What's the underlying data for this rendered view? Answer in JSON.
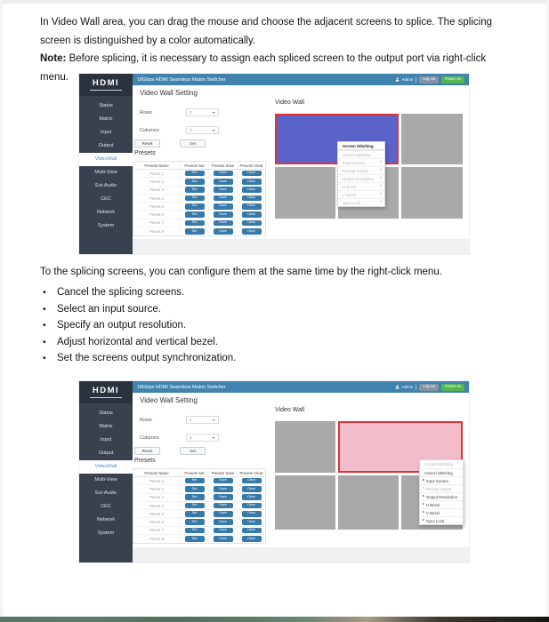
{
  "page": {
    "paragraph1": "In Video Wall area, you can drag the mouse and choose the adjacent screens to splice. The splicing screen is distinguished by a color automatically.",
    "note_label": "Note:",
    "note_text": " Before splicing, it is necessary to assign each spliced screen to the output port via right-click menu.",
    "paragraph2": "To the splicing screens, you can configure them at the same time by the right-click menu.",
    "bullets": [
      "Cancel the splicing screens.",
      "Select an input source.",
      "Specify an output resolution.",
      "Adjust horizontal and vertical bezel.",
      "Set the screens output synchronization."
    ]
  },
  "app": {
    "logo": "HDMI",
    "title": "18Gbps HDMI Seamless Matrix Switcher",
    "user": "Admin",
    "logout_label": "Log out",
    "power_label": "Power on",
    "sidebar": [
      {
        "label": "Status"
      },
      {
        "label": "Matrix"
      },
      {
        "label": "Input"
      },
      {
        "label": "Output"
      },
      {
        "label": "VideoWall",
        "cls": "active"
      },
      {
        "label": "Multi-View"
      },
      {
        "label": "Ext-Audio"
      },
      {
        "label": "CEC"
      },
      {
        "label": "Network"
      },
      {
        "label": "System"
      }
    ],
    "settings": {
      "heading": "Video Wall Setting",
      "rows_label": "Rows",
      "rows_value": "2",
      "columns_label": "Columns",
      "columns_value": "3",
      "reset_label": "Reset",
      "set_label": "Set",
      "presets_heading": "Presets",
      "table_headers": [
        "Presets Name",
        "Presets Set",
        "Presets Save",
        "Presets Clear"
      ],
      "preset_rows": [
        {
          "name": "Preset 1"
        },
        {
          "name": "Preset 2"
        },
        {
          "name": "Preset 3"
        },
        {
          "name": "Preset 4"
        },
        {
          "name": "Preset 5"
        },
        {
          "name": "Preset 6"
        },
        {
          "name": "Preset 7"
        },
        {
          "name": "Preset 8"
        }
      ],
      "btn_set": "Set",
      "btn_save": "Save",
      "btn_clear": "Clear"
    },
    "wall_heading": "Video Wall"
  },
  "shot1": {
    "splice_color": "#5a63c8",
    "menu": [
      {
        "label": "Screen Stitching",
        "cls": "head"
      },
      {
        "label": "Cancel Stitching",
        "cls": "off"
      },
      {
        "label": "Input Source",
        "cls": "off",
        "rarr": "▸"
      },
      {
        "label": "Remap Output",
        "cls": "off",
        "rarr": "▸"
      },
      {
        "label": "Output Resolution",
        "cls": "off",
        "rarr": "▸"
      },
      {
        "label": "H Bezel",
        "cls": "off",
        "rarr": "▸"
      },
      {
        "label": "V Bezel",
        "cls": "off",
        "rarr": "▸"
      },
      {
        "label": "Sync Lock",
        "cls": "off",
        "rarr": "▸"
      }
    ]
  },
  "shot2": {
    "splice_color": "#f3bccb",
    "menu": [
      {
        "label": "Screen Stitching",
        "cls": "off"
      },
      {
        "label": "Cancel Stitching",
        "cls": "on"
      },
      {
        "label": "Input Source",
        "cls": "on",
        "larr": "▸"
      },
      {
        "label": "Remap Output",
        "cls": "off",
        "larr": "▸"
      },
      {
        "label": "Output Resolution",
        "cls": "on",
        "larr": "▸"
      },
      {
        "label": "H Bezel",
        "cls": "on",
        "larr": "▸"
      },
      {
        "label": "V Bezel",
        "cls": "on",
        "larr": "▸"
      },
      {
        "label": "Sync Lock",
        "cls": "on",
        "larr": "▸"
      }
    ]
  },
  "colors": {
    "header_blue": "#4183af",
    "sidebar_dark": "#39414e",
    "logo_dark": "#2b323d",
    "active_item_blue": "#4a90c8",
    "preset_button_blue": "#3779a9",
    "logout_button_gray": "#8494a6",
    "power_button_green": "#55b555",
    "splice_blue": "#5a63c8",
    "splice_pink": "#f3bccb",
    "splice_border_red": "#e03236",
    "screen_gray": "#a9a9a9"
  }
}
